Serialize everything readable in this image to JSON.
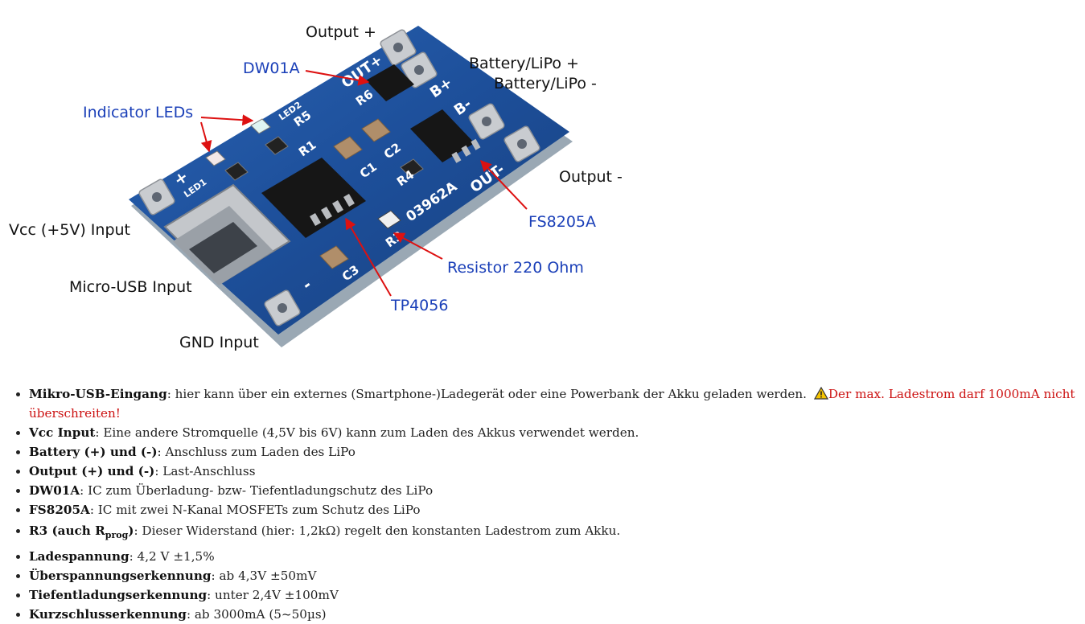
{
  "figure": {
    "labels": {
      "output_plus": "Output +",
      "dw01a": "DW01A",
      "battery_plus": "Battery/LiPo +",
      "battery_minus": "Battery/LiPo -",
      "indicator_leds": "Indicator LEDs",
      "output_minus": "Output -",
      "vcc_input": "Vcc (+5V) Input",
      "fs8205a": "FS8205A",
      "micro_usb_input": "Micro-USB Input",
      "resistor": "Resistor 220 Ohm",
      "tp4056": "TP4056",
      "gnd_input": "GND Input"
    },
    "board_silkscreen": {
      "out_plus": "OUT+",
      "b_plus": "B+",
      "b_minus": "B-",
      "out_minus": "OUT-",
      "led2": "LED2",
      "led1": "LED1",
      "r1": "R1",
      "r3": "R3",
      "r4": "R4",
      "r5": "R5",
      "r6": "R6",
      "c1": "C1",
      "c2": "C2",
      "c3": "C3",
      "code": "03962A",
      "plus": "+",
      "minus": "-"
    },
    "colors": {
      "label_black": "#111111",
      "label_blue": "#1a3fb8",
      "arrow_red": "#dd1111",
      "pcb_blue": "#1d4f9a"
    }
  },
  "specs": [
    {
      "term": "Mikro-USB-Eingang",
      "text": ": hier kann über ein externes (Smartphone-)Ladegerät oder eine Powerbank der Akku geladen werden. ",
      "warning": "Der max. Ladestrom darf 1000mA nicht überschreiten!",
      "warning_icon": "warning-icon"
    },
    {
      "term": "Vcc Input",
      "text": ": Eine andere Stromquelle (4,5V bis 6V) kann zum Laden des Akkus verwendet werden."
    },
    {
      "term": "Battery (+) und (-)",
      "text": ": Anschluss zum Laden des LiPo"
    },
    {
      "term": "Output (+) und (-)",
      "text": ": Last-Anschluss"
    },
    {
      "term": "DW01A",
      "text": ": IC zum Überladung- bzw- Tiefentladungschutz des LiPo"
    },
    {
      "term": "FS8205A",
      "text": ": IC mit zwei N-Kanal MOSFETs zum Schutz des LiPo"
    },
    {
      "term": "R3 (auch R",
      "sub": "prog",
      "term_end": ")",
      "text": ": Dieser Widerstand (hier: 1,2kΩ) regelt den konstanten Ladestrom zum Akku."
    },
    {
      "term": "Ladespannung",
      "text": ": 4,2 V ±1,5%"
    },
    {
      "term": "Überspannungserkennung",
      "text": ": ab 4,3V ±50mV"
    },
    {
      "term": "Tiefentladungserkennung",
      "text": ": unter 2,4V ±100mV"
    },
    {
      "term": "Kurzschlusserkennung",
      "text": ": ab 3000mA (5~50µs)"
    }
  ]
}
